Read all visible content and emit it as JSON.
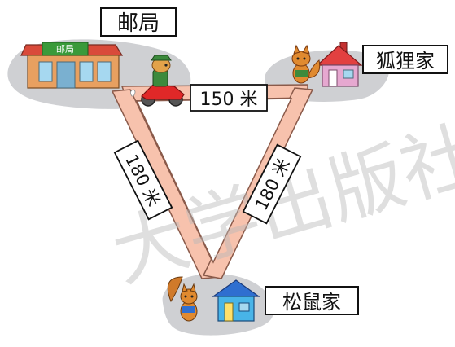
{
  "places": {
    "post_office": {
      "name": "邮局",
      "sign": "邮局"
    },
    "fox_home": {
      "name": "狐狸家"
    },
    "squirrel_home": {
      "name": "松鼠家"
    }
  },
  "routes": {
    "post_to_fox": "150 米",
    "post_to_squirrel": "180 米",
    "fox_to_squirrel": "180 米"
  },
  "watermark": "大学出版社",
  "colors": {
    "road": "#f7c2ad",
    "road_edge": "#8a5a4a",
    "ground": "#cfd0d3",
    "post_roof": "#d94a3a",
    "post_wall": "#e8a060",
    "post_sign": "#3a9a3a",
    "fox_roof": "#e24040",
    "fox_wall": "#e6a8d0",
    "squirrel_roof": "#2f6fd0",
    "squirrel_wall": "#48b4e8",
    "motorbike": "#e02828",
    "postman_uniform": "#3c8a3c"
  },
  "icons": [
    "dog-postman-on-motorbike-icon",
    "fox-icon",
    "squirrel-icon"
  ]
}
